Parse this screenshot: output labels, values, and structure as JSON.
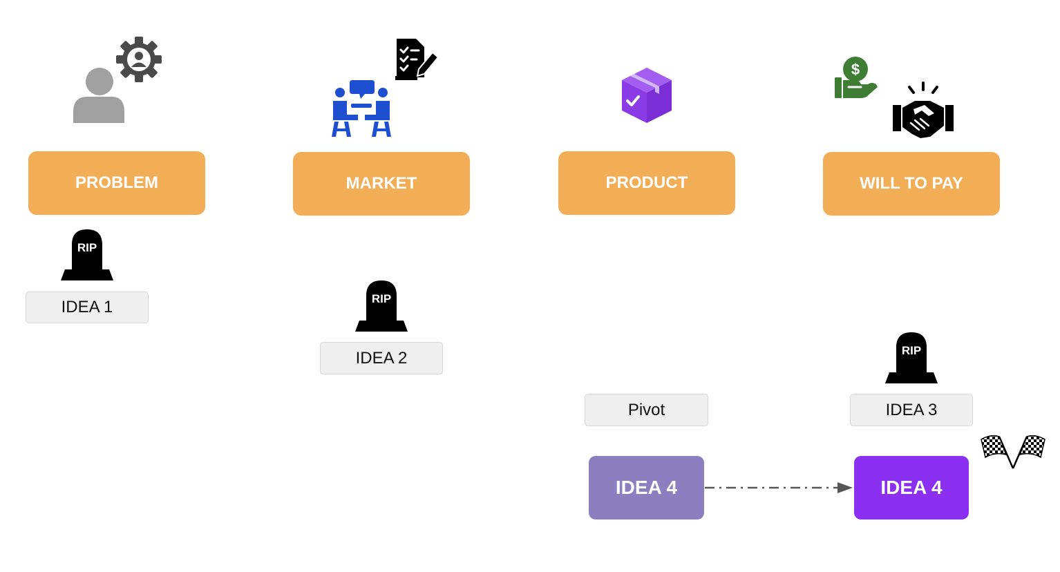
{
  "colors": {
    "stage_box": "#f2ae57",
    "idea_box": "#efefef",
    "idea4_pivot": "#8c7fc0",
    "idea4_final": "#8b2ff0",
    "icon_gray": "#a0a0a0",
    "icon_dark": "#4a4a4a",
    "market_blue": "#1f4fd1",
    "product_purple": "#8a3be6",
    "money_green": "#3f7c34",
    "arrow": "#555555"
  },
  "stages": [
    {
      "label": "PROBLEM",
      "icon": "person-gear-icon"
    },
    {
      "label": "MARKET",
      "icon": "meeting-chat-icon"
    },
    {
      "label": "PRODUCT",
      "icon": "package-box-icon"
    },
    {
      "label": "WILL TO PAY",
      "icon": "handshake-icon"
    }
  ],
  "ideas": {
    "idea1": "IDEA 1",
    "idea2": "IDEA 2",
    "idea3": "IDEA 3",
    "pivot": "Pivot",
    "idea4_pivot": "IDEA 4",
    "idea4_final": "IDEA 4"
  },
  "tombstone_text": "RIP"
}
